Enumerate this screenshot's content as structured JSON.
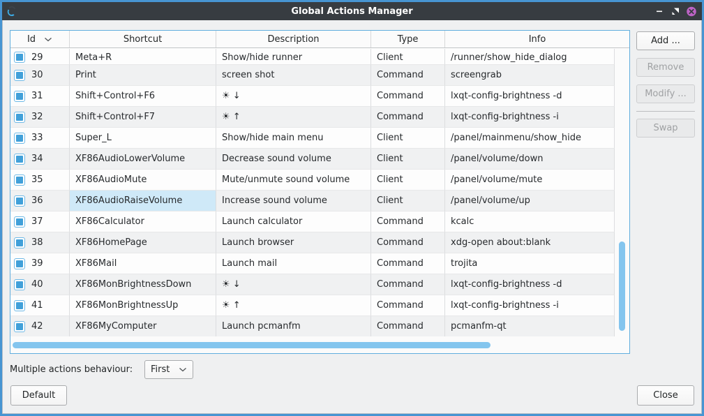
{
  "window": {
    "title": "Global Actions Manager",
    "icon": "circular-arrow-icon",
    "controls": {
      "minimize": "minimize",
      "restore": "restore",
      "close": "close"
    }
  },
  "table": {
    "columns": [
      {
        "key": "id",
        "label": "Id",
        "sorted": "asc"
      },
      {
        "key": "shortcut",
        "label": "Shortcut"
      },
      {
        "key": "description",
        "label": "Description"
      },
      {
        "key": "type",
        "label": "Type"
      },
      {
        "key": "info",
        "label": "Info"
      }
    ],
    "rows": [
      {
        "checked": true,
        "id": "29",
        "shortcut": "Meta+R",
        "description": "Show/hide runner",
        "type": "Client",
        "info": "/runner/show_hide_dialog"
      },
      {
        "checked": true,
        "id": "30",
        "shortcut": "Print",
        "description": "screen shot",
        "type": "Command",
        "info": "screengrab"
      },
      {
        "checked": true,
        "id": "31",
        "shortcut": "Shift+Control+F6",
        "description": "☀ ↓",
        "type": "Command",
        "info": "lxqt-config-brightness -d"
      },
      {
        "checked": true,
        "id": "32",
        "shortcut": "Shift+Control+F7",
        "description": "☀ ↑",
        "type": "Command",
        "info": "lxqt-config-brightness -i"
      },
      {
        "checked": true,
        "id": "33",
        "shortcut": "Super_L",
        "description": "Show/hide main menu",
        "type": "Client",
        "info": "/panel/mainmenu/show_hide"
      },
      {
        "checked": true,
        "id": "34",
        "shortcut": "XF86AudioLowerVolume",
        "description": "Decrease sound volume",
        "type": "Client",
        "info": "/panel/volume/down"
      },
      {
        "checked": true,
        "id": "35",
        "shortcut": "XF86AudioMute",
        "description": "Mute/unmute sound volume",
        "type": "Client",
        "info": "/panel/volume/mute"
      },
      {
        "checked": true,
        "id": "36",
        "shortcut": "XF86AudioRaiseVolume",
        "description": "Increase sound volume",
        "type": "Client",
        "info": "/panel/volume/up"
      },
      {
        "checked": true,
        "id": "37",
        "shortcut": "XF86Calculator",
        "description": "Launch calculator",
        "type": "Command",
        "info": "kcalc"
      },
      {
        "checked": true,
        "id": "38",
        "shortcut": "XF86HomePage",
        "description": "Launch browser",
        "type": "Command",
        "info": "xdg-open about:blank"
      },
      {
        "checked": true,
        "id": "39",
        "shortcut": "XF86Mail",
        "description": "Launch mail",
        "type": "Command",
        "info": "trojita"
      },
      {
        "checked": true,
        "id": "40",
        "shortcut": "XF86MonBrightnessDown",
        "description": "☀ ↓",
        "type": "Command",
        "info": "lxqt-config-brightness -d"
      },
      {
        "checked": true,
        "id": "41",
        "shortcut": "XF86MonBrightnessUp",
        "description": "☀ ↑",
        "type": "Command",
        "info": "lxqt-config-brightness -i"
      },
      {
        "checked": true,
        "id": "42",
        "shortcut": "XF86MyComputer",
        "description": "Launch pcmanfm",
        "type": "Command",
        "info": "pcmanfm-qt"
      }
    ],
    "selection": {
      "row_id": "36",
      "column": "shortcut"
    }
  },
  "side_buttons": {
    "add": "Add ...",
    "remove": "Remove",
    "modify": "Modify ...",
    "swap": "Swap"
  },
  "footer": {
    "behaviour_label": "Multiple actions behaviour:",
    "behaviour_value": "First",
    "default_button": "Default",
    "close_button": "Close"
  },
  "colors": {
    "accent": "#3daee9",
    "window_border": "#4795d2",
    "titlebar": "#373c41",
    "close_button": "#bd63c6",
    "selection_bg": "#cfe9f8",
    "scrollbar_thumb": "#84c5ee"
  }
}
